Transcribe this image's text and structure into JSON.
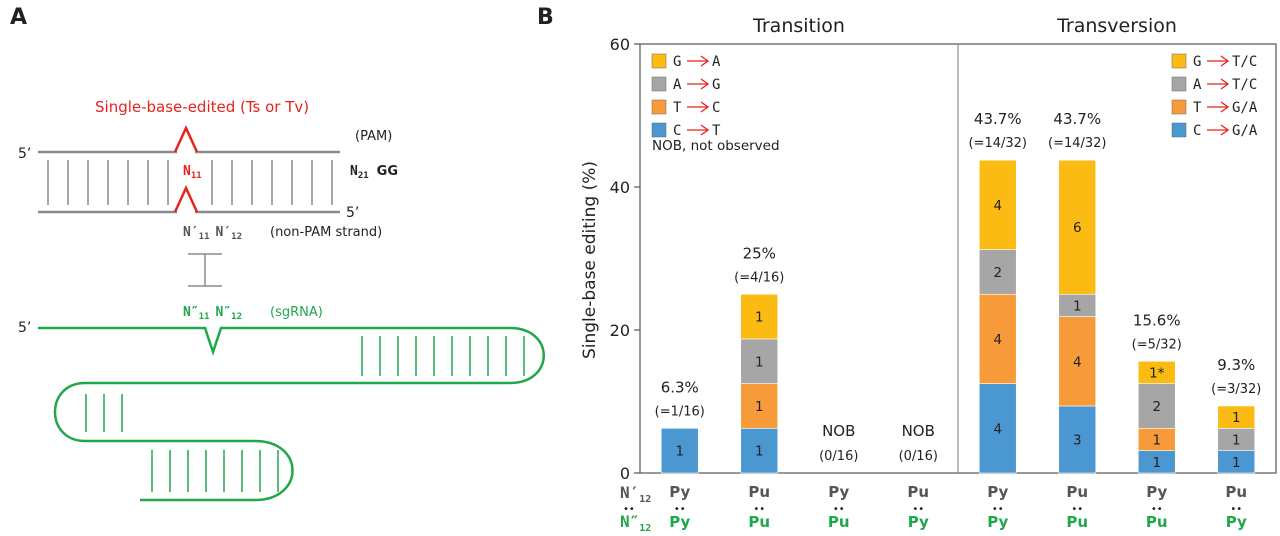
{
  "panel_a": {
    "label": "A",
    "edit_label": "Single-base-edited (Ts or Tv)",
    "five_prime": "5’",
    "pam_label": "(PAM)",
    "n11": "N",
    "n11_sub": "11",
    "n21": "N",
    "n21_sub": "21",
    "gg": "GG",
    "n11p": "N′",
    "n11p_sub": "11",
    "n12p": "N′",
    "n12p_sub": "12",
    "non_pam_label": "(non-PAM strand)",
    "n11pp": "N″",
    "n11pp_sub": "11",
    "n12pp": "N″",
    "n12pp_sub": "12",
    "sgrna_label": "(sgRNA)",
    "colors": {
      "dna": "#8a8a8a",
      "edit": "#e8231c",
      "rna": "#1ea84a"
    }
  },
  "panel_b_label": "B",
  "chart_data": {
    "type": "bar",
    "stacked": true,
    "ylabel": "Single-base editing (%)",
    "ylim": [
      0,
      60
    ],
    "yticks": [
      0,
      20,
      40,
      60
    ],
    "groups": [
      {
        "title": "Transition",
        "categories": [
          0,
          1,
          2,
          3
        ]
      },
      {
        "title": "Transversion",
        "categories": [
          4,
          5,
          6,
          7
        ]
      }
    ],
    "categories": [
      {
        "n12p": "Py",
        "n12pp": "Py",
        "pct": "6.3%",
        "frac": "(=1/16)",
        "nob": "",
        "segments": [
          {
            "series": 0,
            "value": 6.25,
            "count": "1"
          }
        ]
      },
      {
        "n12p": "Pu",
        "n12pp": "Pu",
        "pct": "25%",
        "frac": "(=4/16)",
        "nob": "",
        "segments": [
          {
            "series": 0,
            "value": 6.25,
            "count": "1"
          },
          {
            "series": 1,
            "value": 6.25,
            "count": "1"
          },
          {
            "series": 2,
            "value": 6.25,
            "count": "1"
          },
          {
            "series": 3,
            "value": 6.25,
            "count": "1"
          }
        ]
      },
      {
        "n12p": "Py",
        "n12pp": "Pu",
        "pct": "",
        "frac": "(0/16)",
        "nob": "NOB",
        "segments": []
      },
      {
        "n12p": "Pu",
        "n12pp": "Py",
        "pct": "",
        "frac": "(0/16)",
        "nob": "NOB",
        "segments": []
      },
      {
        "n12p": "Py",
        "n12pp": "Py",
        "pct": "43.7%",
        "frac": "(=14/32)",
        "nob": "",
        "segments": [
          {
            "series": 0,
            "value": 12.5,
            "count": "4"
          },
          {
            "series": 1,
            "value": 12.5,
            "count": "4"
          },
          {
            "series": 2,
            "value": 6.25,
            "count": "2"
          },
          {
            "series": 3,
            "value": 12.5,
            "count": "4"
          }
        ]
      },
      {
        "n12p": "Pu",
        "n12pp": "Pu",
        "pct": "43.7%",
        "frac": "(=14/32)",
        "nob": "",
        "segments": [
          {
            "series": 0,
            "value": 9.375,
            "count": "3"
          },
          {
            "series": 1,
            "value": 12.5,
            "count": "4"
          },
          {
            "series": 2,
            "value": 3.125,
            "count": "1"
          },
          {
            "series": 3,
            "value": 18.75,
            "count": "6"
          }
        ]
      },
      {
        "n12p": "Py",
        "n12pp": "Pu",
        "pct": "15.6%",
        "frac": "(=5/32)",
        "nob": "",
        "segments": [
          {
            "series": 0,
            "value": 3.125,
            "count": "1"
          },
          {
            "series": 1,
            "value": 3.125,
            "count": "1"
          },
          {
            "series": 2,
            "value": 6.25,
            "count": "2"
          },
          {
            "series": 3,
            "value": 3.125,
            "count": "1*"
          }
        ]
      },
      {
        "n12p": "Pu",
        "n12pp": "Py",
        "pct": "9.3%",
        "frac": "(=3/32)",
        "nob": "",
        "segments": [
          {
            "series": 0,
            "value": 3.125,
            "count": "1"
          },
          {
            "series": 2,
            "value": 3.125,
            "count": "1"
          },
          {
            "series": 3,
            "value": 3.125,
            "count": "1"
          }
        ]
      }
    ],
    "series_colors": [
      "#4a97d1",
      "#f79b3a",
      "#a6a6a6",
      "#fbbb12"
    ],
    "legend_transition": [
      {
        "from": "G",
        "to": "A",
        "color": "#fbbb12"
      },
      {
        "from": "A",
        "to": "G",
        "color": "#a6a6a6"
      },
      {
        "from": "T",
        "to": "C",
        "color": "#f79b3a"
      },
      {
        "from": "C",
        "to": "T",
        "color": "#4a97d1"
      }
    ],
    "legend_transversion": [
      {
        "from": "G",
        "to": "T/C",
        "color": "#fbbb12"
      },
      {
        "from": "A",
        "to": "T/C",
        "color": "#a6a6a6"
      },
      {
        "from": "T",
        "to": "G/A",
        "color": "#f79b3a"
      },
      {
        "from": "C",
        "to": "G/A",
        "color": "#4a97d1"
      }
    ],
    "nob_note": "NOB, not observed",
    "row_label_top": "N′",
    "row_label_top_sub": "12",
    "row_label_bottom": "N″",
    "row_label_bottom_sub": "12",
    "pair_dots": "••",
    "arrow_color": "#e8231c",
    "top_row_color": "#555555",
    "bottom_row_color": "#1ea84a"
  }
}
